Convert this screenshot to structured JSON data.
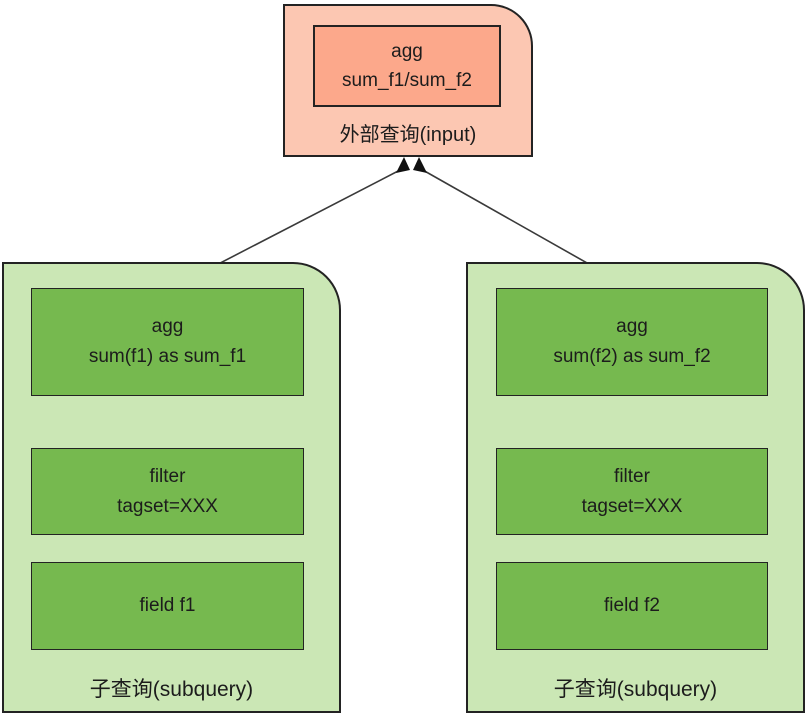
{
  "outer_query": {
    "label": "外部查询(input)",
    "agg": {
      "line1": "agg",
      "line2": "sum_f1/sum_f2"
    }
  },
  "subqueries": [
    {
      "label": "子查询(subquery)",
      "agg": {
        "line1": "agg",
        "line2": "sum(f1) as sum_f1"
      },
      "filter": {
        "line1": "filter",
        "line2": "tagset=XXX"
      },
      "field": {
        "line1": "field f1"
      }
    },
    {
      "label": "子查询(subquery)",
      "agg": {
        "line1": "agg",
        "line2": "sum(f2) as sum_f2"
      },
      "filter": {
        "line1": "filter",
        "line2": "tagset=XXX"
      },
      "field": {
        "line1": "field f2"
      }
    }
  ],
  "edges": [
    {
      "from": "subquery-1-agg",
      "to": "outer-query-agg"
    },
    {
      "from": "subquery-2-agg",
      "to": "outer-query-agg"
    }
  ],
  "colors": {
    "outer_query_fill": "#fcc7b2",
    "outer_query_node_fill": "#fca88b",
    "subquery_fill": "#cbe7b5",
    "subquery_node_fill": "#76b94f",
    "border": "#232323",
    "line": "#3a3a3a"
  }
}
